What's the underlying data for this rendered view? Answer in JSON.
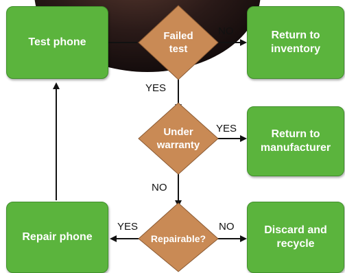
{
  "colors": {
    "box_fill": "#5bb43d",
    "diamond_fill": "#c98a55",
    "arrow": "#111111",
    "background_shape": "#2a1a18"
  },
  "nodes": {
    "test_phone": "Test phone",
    "failed_test": "Failed\ntest",
    "return_inventory": "Return to\ninventory",
    "under_warranty": "Under\nwarranty",
    "return_manufacturer": "Return to\nmanufacturer",
    "repairable": "Repairable?",
    "repair_phone": "Repair phone",
    "discard_recycle": "Discard and\nrecycle"
  },
  "edges": {
    "failed_no": "NO",
    "failed_yes": "YES",
    "warranty_yes": "YES",
    "warranty_no": "NO",
    "repairable_yes": "YES",
    "repairable_no": "NO"
  }
}
